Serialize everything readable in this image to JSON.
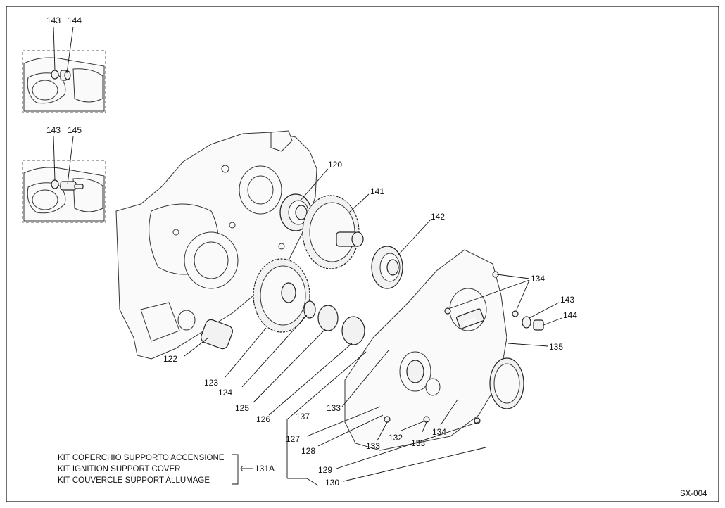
{
  "callouts": {
    "c143a": "143",
    "c144a": "144",
    "c143b": "143",
    "c145": "145",
    "c120": "120",
    "c141": "141",
    "c142": "142",
    "c134a": "134",
    "c143c": "143",
    "c144b": "144",
    "c135": "135",
    "c122": "122",
    "c123": "123",
    "c124": "124",
    "c125": "125",
    "c126": "126",
    "c137": "137",
    "c133a": "133",
    "c127": "127",
    "c128": "128",
    "c133b": "133",
    "c132": "132",
    "c133c": "133",
    "c134b": "134",
    "c129": "129",
    "c130": "130",
    "c131a": "131A"
  },
  "kit": {
    "line_it": "KIT COPERCHIO SUPPORTO ACCENSIONE",
    "line_en": "KIT IGNITION SUPPORT COVER",
    "line_fr": "KIT COUVERCLE SUPPORT ALLUMAGE"
  },
  "cover_logo": "IAME",
  "drawing_code": "SX-004"
}
